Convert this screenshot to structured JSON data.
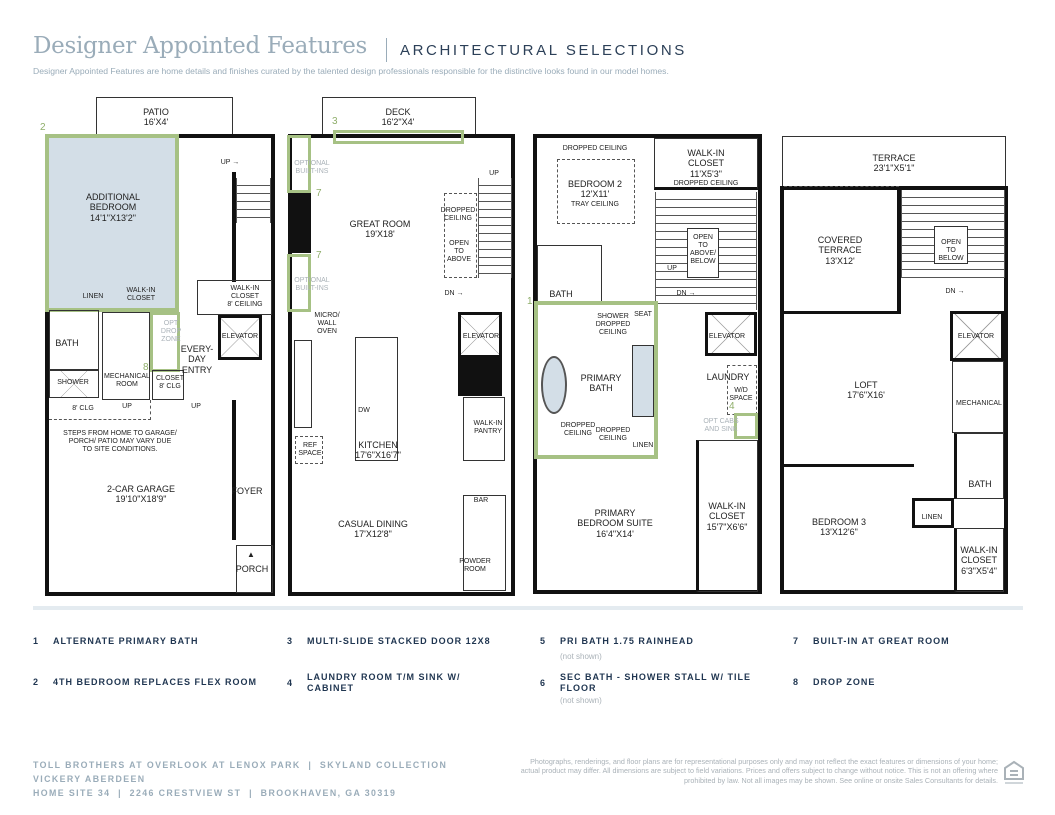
{
  "header": {
    "title": "Designer Appointed Features",
    "subtitle": "ARCHITECTURAL SELECTIONS",
    "description": "Designer Appointed Features are home details and finishes curated by the talented design professionals responsible for the distinctive looks found in our model homes."
  },
  "colors": {
    "title": "#9aacb9",
    "navy": "#1f3550",
    "option_green": "#a6c184",
    "option_shade": "#d3dee7"
  },
  "plan1": {
    "patio": "PATIO\n16'X4'",
    "bedroom": "ADDITIONAL\nBEDROOM\n14'1\"X13'2\"",
    "linen": "LINEN",
    "wic": "WALK-IN\nCLOSET",
    "up1": "UP →",
    "wic2": "WALK-IN\nCLOSET\n8' CEILING",
    "bath": "BATH",
    "optdrop": "OPT\nDROP\nZONE",
    "elevator": "ELEVATOR",
    "everyday": "EVERY-\nDAY\nENTRY",
    "shower": "SHOWER",
    "mech": "MECHANICAL\nROOM",
    "closet": "CLOSET\n8' CLG",
    "clg": "8' CLG",
    "up2": "UP",
    "up3": "UP",
    "steps": "STEPS FROM HOME TO GARAGE/\nPORCH/ PATIO MAY VARY DUE\nTO SITE CONDITIONS.",
    "garage": "2-CAR GARAGE\n19'10\"X18'9\"",
    "foyer": "FOYER",
    "porch": "PORCH",
    "n2": "2",
    "n8": "8"
  },
  "plan2": {
    "deck": "DECK\n16'2\"X4'",
    "builtins1": "OPTIONAL\nBUILT-INS",
    "builtins2": "OPTIONAL\nBUILT-INS",
    "great": "GREAT ROOM\n19'X18'",
    "up": "UP",
    "dropped": "DROPPED\nCEILING",
    "open": "OPEN\nTO\nABOVE",
    "dn": "DN →",
    "micro": "MICRO/\nWALL\nOVEN",
    "elevator": "ELEVATOR",
    "dw": "DW",
    "pantry": "WALK-IN\nPANTRY",
    "ref": "REF\nSPACE",
    "kitchen": "KITCHEN\n17'6\"X16'7\"",
    "bar": "BAR",
    "dining": "CASUAL DINING\n17'X12'8\"",
    "powder": "POWDER\nROOM",
    "n3": "3",
    "n7a": "7",
    "n7b": "7"
  },
  "plan3": {
    "dropped": "DROPPED CEILING",
    "bed2": "BEDROOM 2\n12'X11'",
    "tray": "TRAY CEILING",
    "wic": "WALK-IN\nCLOSET\n11'X5'3\"",
    "wicdrop": "DROPPED CEILING",
    "open": "OPEN\nTO\nABOVE/\nBELOW",
    "up": "UP",
    "dn": "DN →",
    "bath": "BATH",
    "shower": "SHOWER\nDROPPED\nCEILING",
    "seat": "SEAT",
    "elevator": "ELEVATOR",
    "pbath": "PRIMARY\nBATH",
    "laundry": "LAUNDRY",
    "wd": "W/D\nSPACE",
    "optcab": "OPT CABS\nAND SINK",
    "drop1": "DROPPED\nCEILING",
    "drop2": "DROPPED\nCEILING",
    "linen": "LINEN",
    "suite": "PRIMARY\nBEDROOM SUITE\n16'4\"X14'",
    "wic2": "WALK-IN\nCLOSET\n15'7\"X6'6\"",
    "n1": "1",
    "n4": "4"
  },
  "plan4": {
    "terrace": "TERRACE\n23'1\"X5'1\"",
    "covered": "COVERED\nTERRACE\n13'X12'",
    "open": "OPEN\nTO\nBELOW",
    "dn": "DN →",
    "elevator": "ELEVATOR",
    "loft": "LOFT\n17'6\"X16'",
    "mech": "MECHANICAL",
    "bath": "BATH",
    "linen": "LINEN",
    "bed3": "BEDROOM 3\n13'X12'6\"",
    "wic": "WALK-IN\nCLOSET\n6'3\"X5'4\""
  },
  "legend": [
    {
      "num": "1",
      "label": "ALTERNATE PRIMARY BATH"
    },
    {
      "num": "2",
      "label": "4TH BEDROOM REPLACES FLEX ROOM"
    },
    {
      "num": "3",
      "label": "MULTI-SLIDE STACKED DOOR 12X8"
    },
    {
      "num": "4",
      "label": "LAUNDRY ROOM T/M SINK W/ CABINET"
    },
    {
      "num": "5",
      "label": "PRI BATH 1.75 RAINHEAD",
      "note": "(not shown)"
    },
    {
      "num": "6",
      "label": "SEC BATH - SHOWER STALL W/ TILE FLOOR",
      "note": "(not shown)"
    },
    {
      "num": "7",
      "label": "BUILT-IN AT GREAT ROOM"
    },
    {
      "num": "8",
      "label": "DROP ZONE"
    }
  ],
  "footer": {
    "line1": "TOLL BROTHERS AT OVERLOOK AT LENOX PARK  |  SKYLAND COLLECTION",
    "line2": "VICKERY ABERDEEN",
    "line3": "HOME SITE 34  |  2246 CRESTVIEW ST  |  BROOKHAVEN, GA 30319",
    "disclaimer": "Photographs, renderings, and floor plans are for representational purposes only and may not reflect the exact features or dimensions of your home; actual product may differ. All dimensions are subject to field variations. Prices and offers subject to change without notice. This is not an offering where prohibited by law. Not all images may be shown. See online or onsite Sales Consultants for details.",
    "logo_text": "EQUAL HOUSING OPPORTUNITY"
  }
}
